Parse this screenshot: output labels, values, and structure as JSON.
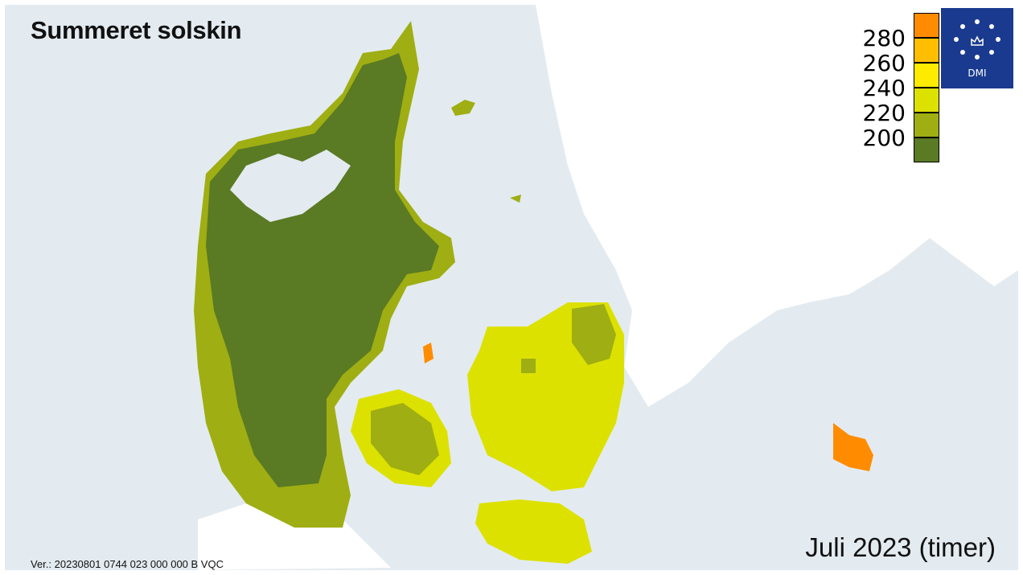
{
  "map": {
    "title": "Summeret solskin",
    "period_label": "Juli 2023 (timer)",
    "version_label": "Ver.: 20230801 0744 023 000 000 B VQC",
    "colors": {
      "sea": "#e3ebf0",
      "foreign_land": "#ffffff",
      "band_200": "#5a7a24",
      "band_220": "#9fae12",
      "band_240": "#dde100",
      "band_260": "#ffeb00",
      "band_280": "#ffbf00",
      "band_300": "#ff8c00"
    }
  },
  "legend": {
    "labels": [
      "280",
      "260",
      "240",
      "220",
      "200"
    ],
    "swatch_colors": [
      "#ff8c00",
      "#ffbf00",
      "#ffeb00",
      "#dde100",
      "#9fae12",
      "#5a7a24"
    ]
  },
  "logo": {
    "brand": "DMI",
    "background": "#1a3a8f",
    "icon": "crown-icon"
  }
}
